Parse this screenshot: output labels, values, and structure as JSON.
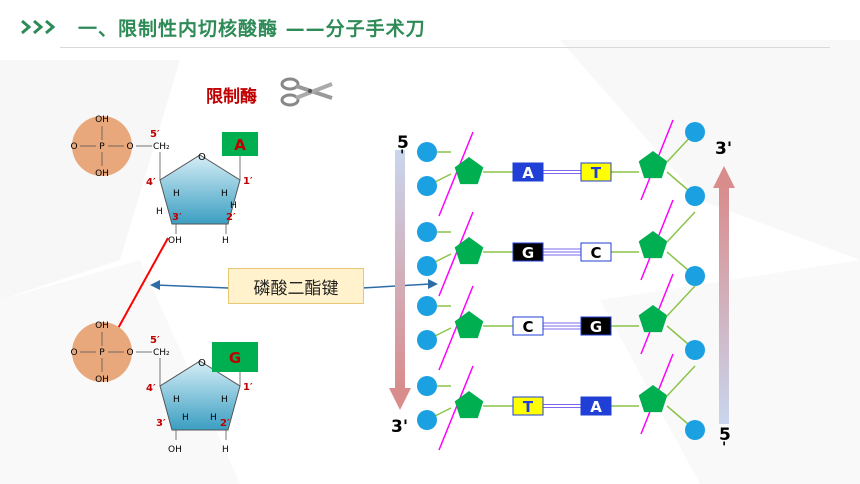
{
  "header": {
    "title": "一、限制性内切核酸酶 ——分子手术刀"
  },
  "enzyme_label": "限制酶",
  "bond_label": "磷酸二酯键",
  "nucleotide_top": {
    "base": "A",
    "p_group": [
      "OH",
      "O",
      "P",
      "O",
      "OH"
    ],
    "ch2": "CH₂",
    "positions": [
      "5′",
      "4′",
      "3′",
      "2′",
      "1′"
    ],
    "h_labels": [
      "H",
      "H",
      "H",
      "H"
    ],
    "oh": "OH",
    "h_bottom": "H",
    "ring_o": "O"
  },
  "nucleotide_bottom": {
    "base": "G",
    "p_group": [
      "OH",
      "O",
      "P",
      "O",
      "OH"
    ],
    "ch2": "CH₂",
    "positions": [
      "5′",
      "4′",
      "3′",
      "2′",
      "1′"
    ],
    "h_labels": [
      "H",
      "H",
      "H",
      "H"
    ],
    "oh": "OH",
    "h_bottom": "H",
    "ring_o": "O"
  },
  "dna": {
    "left_end_top": "5",
    "left_end_top_mark": "'",
    "left_end_bottom": "3'",
    "right_end_top": "3'",
    "right_end_bottom": "5",
    "right_end_bottom_mark": "'",
    "pairs": [
      {
        "left": "A",
        "right": "T"
      },
      {
        "left": "G",
        "right": "C"
      },
      {
        "left": "C",
        "right": "G"
      },
      {
        "left": "T",
        "right": "A"
      }
    ]
  },
  "colors": {
    "title_green": "#2e8b57",
    "phosphate": "#e8a87c",
    "sugar_green": "#00b050",
    "phosphate_blue": "#1ba1e2",
    "backbone_magenta": "#ff00ff",
    "A": "#1f3fd6",
    "T": "#ffff00",
    "G": "#000000",
    "C": "#ffffff"
  }
}
